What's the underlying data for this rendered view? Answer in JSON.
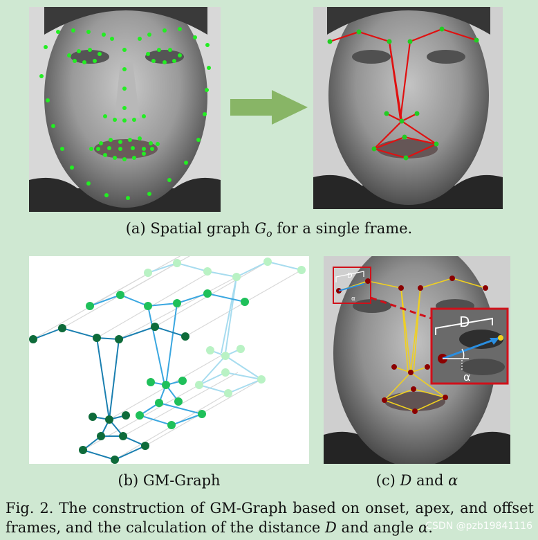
{
  "subfig_a": {
    "label": "(a) Spatial graph ",
    "symbol": "G",
    "subscript": "o",
    "suffix": " for a single frame."
  },
  "subfig_b": {
    "label": "(b) GM-Graph"
  },
  "subfig_c": {
    "prefix": "(c) ",
    "symbol_d": "D",
    "middle": " and ",
    "symbol_alpha": "α"
  },
  "inset": {
    "d_label": "D",
    "alpha_label": "α",
    "d_label_zoom": "D",
    "alpha_label_zoom": "α"
  },
  "figure_caption": {
    "part1": "Fig. 2.  The construction of GM-Graph based on onset, apex, and offset frames, and the calculation of the distance ",
    "symbol_d": "D",
    "part2": " and angle ",
    "symbol_alpha": "α",
    "part3": "."
  },
  "watermark": "CSDN @pzb19841116",
  "colors": {
    "landmark": "#22ee22",
    "graph_edge": "#e01010",
    "arrow": "#88b566",
    "gm_dark": "#0e6b3a",
    "gm_mid": "#1fc05a",
    "gm_light": "#b9f2c4",
    "edge_dark": "#1a7fb0",
    "edge_mid": "#3aa7e0",
    "edge_light": "#a7dcef",
    "c_node": "#8b0000",
    "c_edge": "#f0d020",
    "inset_border": "#d0101a",
    "vector_arrow": "#2a8ee0"
  }
}
